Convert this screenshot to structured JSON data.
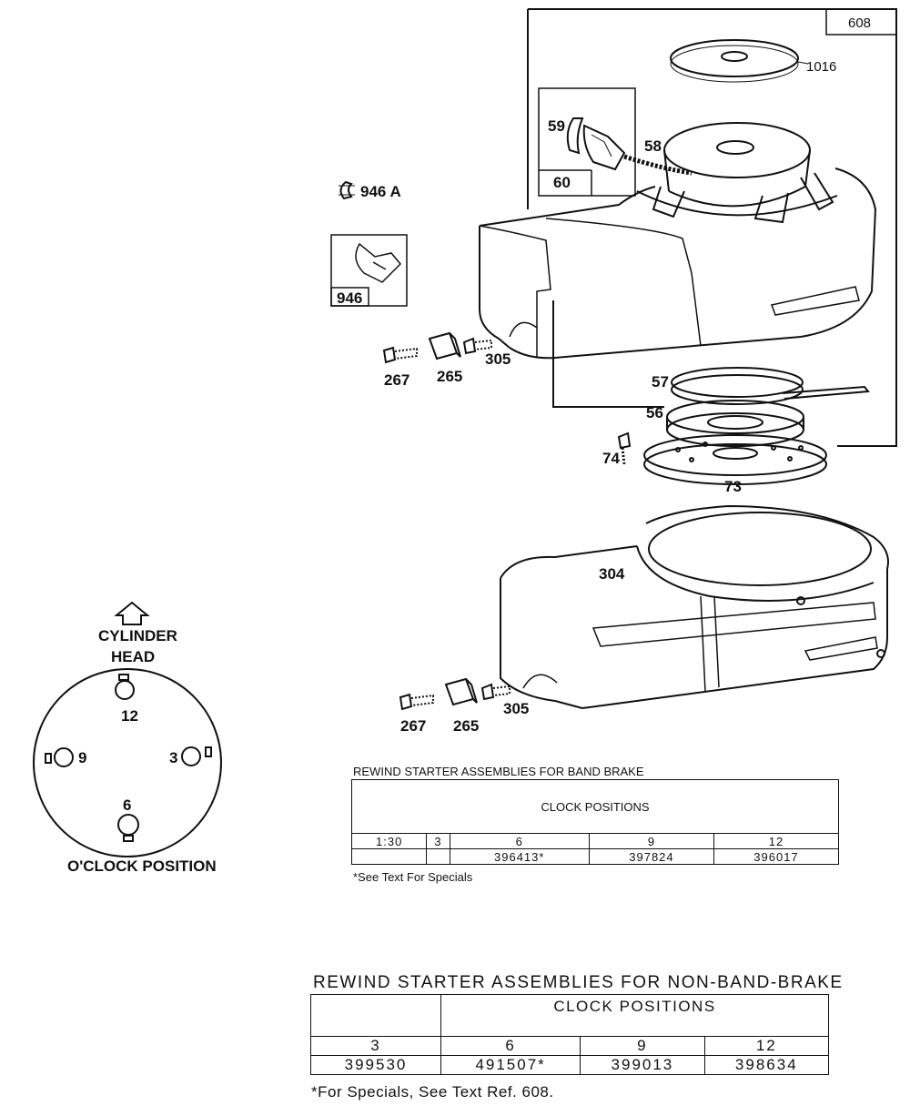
{
  "parts": {
    "p608": "608",
    "p1016": "1016",
    "p59": "59",
    "p58": "58",
    "p60": "60",
    "p946a": "946 A",
    "p946": "946",
    "p267a": "267",
    "p265a": "265",
    "p305a": "305",
    "p57": "57",
    "p56": "56",
    "p74": "74",
    "p73": "73",
    "p304": "304",
    "p267b": "267",
    "p265b": "265",
    "p305b": "305"
  },
  "orientation": {
    "top_label_1": "CYLINDER",
    "top_label_2": "HEAD",
    "pos12": "12",
    "pos3": "3",
    "pos6": "6",
    "pos9": "9",
    "caption": "O'CLOCK POSITION"
  },
  "band_brake": {
    "title": "REWIND STARTER ASSEMBLIES FOR BAND BRAKE",
    "header": "CLOCK POSITIONS",
    "columns": [
      "1:30",
      "3",
      "6",
      "9",
      "12"
    ],
    "values": [
      "",
      "",
      "396413*",
      "397824",
      "396017"
    ],
    "note": "*See Text For Specials"
  },
  "non_band_brake": {
    "title": "REWIND STARTER ASSEMBLIES FOR NON-BAND-BRAKE",
    "header": "CLOCK POSITIONS",
    "columns": [
      "3",
      "6",
      "9",
      "12"
    ],
    "values": [
      "399530",
      "491507*",
      "399013",
      "398634"
    ],
    "note": "*For Specials, See Text Ref. 608."
  }
}
